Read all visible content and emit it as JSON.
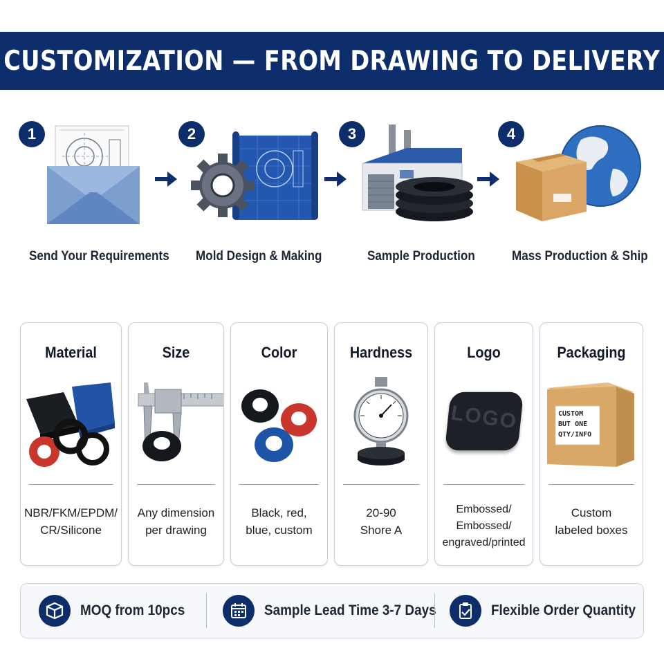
{
  "header": {
    "title": "CUSTOMIZATION — FROM DRAWING TO DELIVERY"
  },
  "steps": [
    {
      "number": "1",
      "label": "Send Your Requirements",
      "icon": "envelope-drawing-icon"
    },
    {
      "number": "2",
      "label": "Mold Design & Making",
      "icon": "gear-blueprint-icon"
    },
    {
      "number": "3",
      "label": "Sample Production",
      "icon": "factory-icon"
    },
    {
      "number": "4",
      "label": "Mass Production & Ship",
      "icon": "box-globe-icon"
    }
  ],
  "options": [
    {
      "title": "Material",
      "desc": [
        "NBR/FKM/EPDM/",
        "CR/Silicone"
      ],
      "icon": "material-samples-icon"
    },
    {
      "title": "Size",
      "desc": [
        "Any dimension",
        "per drawing"
      ],
      "icon": "caliper-icon"
    },
    {
      "title": "Color",
      "desc": [
        "Black, red,",
        "blue, custom"
      ],
      "icon": "colored-rings-icon"
    },
    {
      "title": "Hardness",
      "desc": [
        "20-90",
        "Shore A"
      ],
      "icon": "durometer-icon"
    },
    {
      "title": "Logo",
      "desc": [
        "Embossed/",
        "Embossed/",
        "engraved/printed"
      ],
      "icon": "logo-plate-icon",
      "plate_text": "LOGO"
    },
    {
      "title": "Packaging",
      "desc": [
        "Custom",
        "labeled boxes"
      ],
      "icon": "labeled-box-icon",
      "label_lines": [
        "CUSTOM",
        "BUT ONE",
        "QTY/INFO"
      ]
    }
  ],
  "features": [
    {
      "label": "MOQ from 10pcs",
      "icon": "cube-icon"
    },
    {
      "label": "Sample Lead Time 3-7 Days",
      "icon": "calendar-icon"
    },
    {
      "label": "Flexible Order Quantity",
      "icon": "clipboard-check-icon"
    }
  ],
  "colors": {
    "navy": "#0d2d6b",
    "blue": "#1f55a8",
    "red": "#c9372c",
    "kraft": "#d9a866"
  }
}
